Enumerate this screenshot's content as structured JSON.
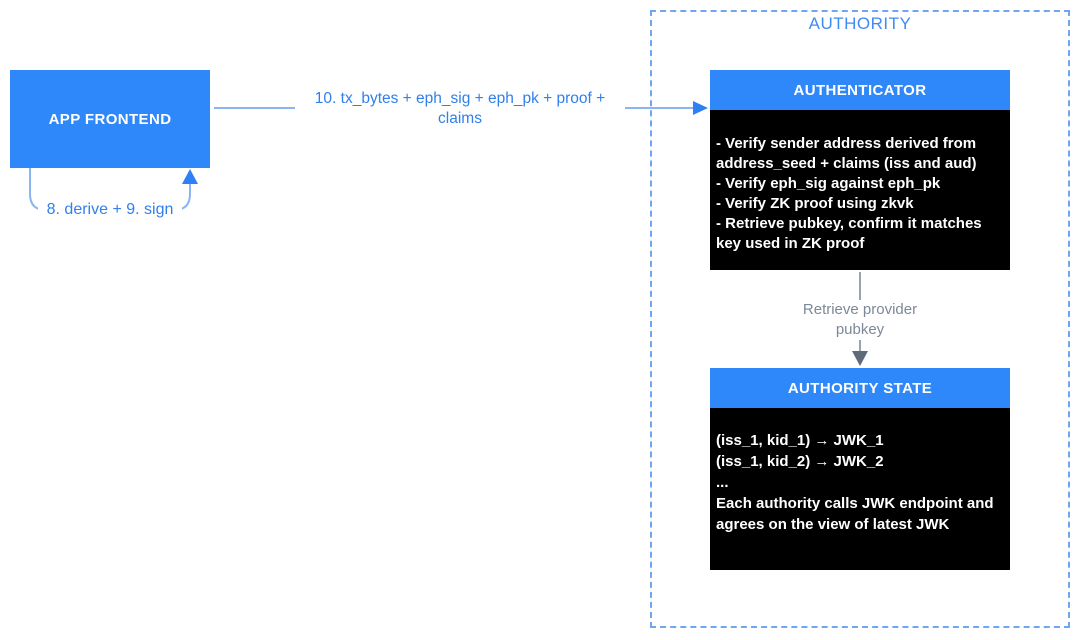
{
  "colors": {
    "box_blue": "#2f88fa",
    "header_text": "#ffffff",
    "black_box": "#000000",
    "dashed_border": "#6fa6f2",
    "authority_label_blue": "#3e8bf3",
    "edge_label_blue": "#2f7fee",
    "line_blue": "#8ab4f2",
    "arrow_blue": "#2f80f5",
    "gray_line": "#9aa2ab",
    "gray_arrow": "#5f6b78",
    "gray_label": "#7d8898"
  },
  "nodes": {
    "app_frontend": {
      "label": "APP FRONTEND"
    }
  },
  "edges": {
    "tx_arrow_label": "10. tx_bytes + eph_sig + eph_pk + proof + claims",
    "derive_sign_label": "8. derive + 9. sign",
    "retrieve_pubkey_label": "Retrieve provider pubkey"
  },
  "authority": {
    "label": "AUTHORITY",
    "authenticator": {
      "title": "AUTHENTICATOR",
      "lines": [
        "- Verify sender address derived from address_seed + claims (iss and aud)",
        "- Verify eph_sig against eph_pk",
        "- Verify ZK proof using zkvk",
        "- Retrieve pubkey, confirm it matches key used in ZK proof"
      ]
    },
    "authority_state": {
      "title": "AUTHORITY STATE",
      "lines": [
        "(iss_1, kid_1) → JWK_1",
        "(iss_1, kid_2) → JWK_2",
        "...",
        "Each authority calls JWK endpoint and agrees on the view of latest JWK"
      ]
    }
  }
}
